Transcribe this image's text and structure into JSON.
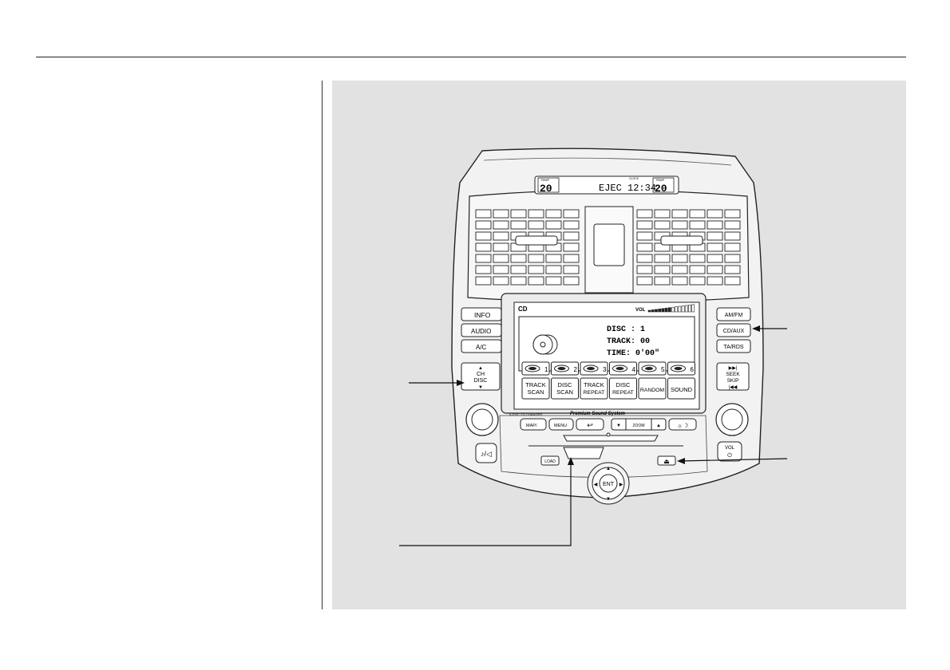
{
  "clock": {
    "temp_label": "TEMP",
    "left_temp": "20",
    "right_temp": "20",
    "status": "EJEC",
    "time_label": "CLOCK",
    "time": "12:34"
  },
  "left_buttons": {
    "info": "INFO",
    "audio": "AUDIO",
    "ac": "A/C",
    "ch": "CH",
    "disc": "DISC"
  },
  "right_buttons": {
    "amfm": "AM/FM",
    "cdaux": "CD/AUX",
    "tards": "TA/RDS",
    "seek": "SEEK",
    "skip": "SKIP",
    "vol": "VOL"
  },
  "screen": {
    "mode": "CD",
    "vol_label": "VOL",
    "disc_line": "DISC :  1",
    "track_line": "TRACK: 00",
    "time_line": "TIME: 0'00\"",
    "presets": [
      "1",
      "2",
      "3",
      "4",
      "5",
      "6"
    ],
    "soft_keys": [
      [
        "TRACK",
        "SCAN"
      ],
      [
        "DISC",
        "SCAN"
      ],
      [
        "TRACK",
        "REPEAT"
      ],
      [
        "DISC",
        "REPEAT"
      ],
      [
        "RANDOM"
      ],
      [
        "SOUND"
      ]
    ]
  },
  "lower_panel": {
    "changer_label": "6-DISC CD CHANGER",
    "brand": "Premium Sound System",
    "map": "MAP/",
    "menu": "MENU",
    "zoom": "ZOOM",
    "load": "LOAD",
    "enter": "ENT"
  }
}
